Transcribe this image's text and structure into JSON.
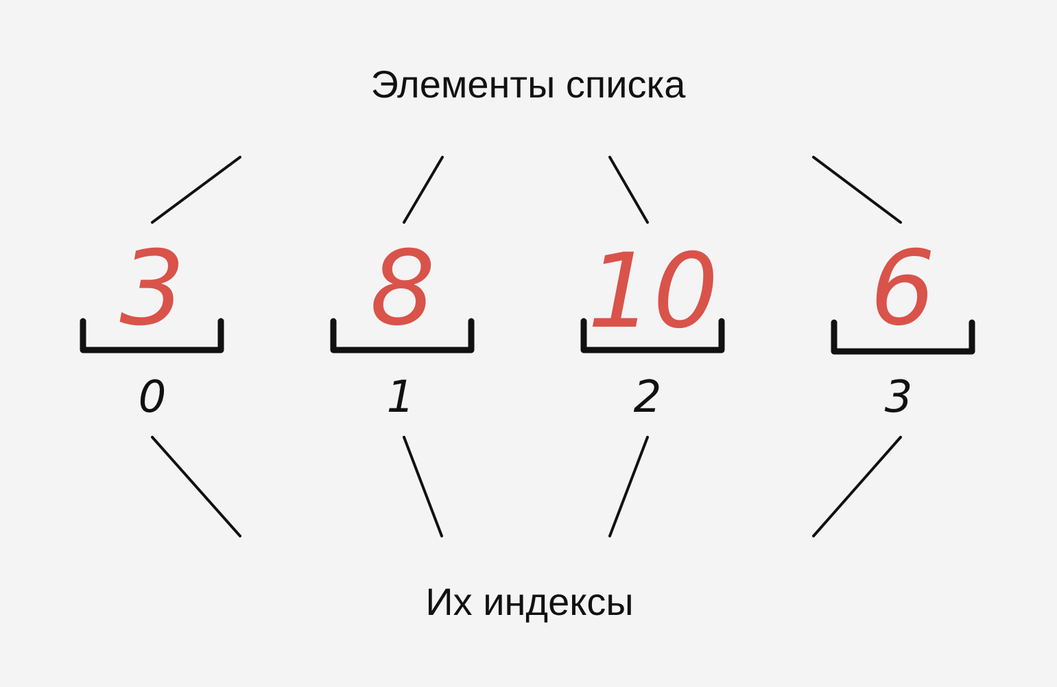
{
  "top_caption": "Элементы списка",
  "bottom_caption": "Их индексы",
  "colors": {
    "background": "#f4f4f4",
    "element_value": "#d9534a",
    "ink": "#111111"
  },
  "cells": [
    {
      "value": "3",
      "index": "0"
    },
    {
      "value": "8",
      "index": "1"
    },
    {
      "value": "10",
      "index": "2"
    },
    {
      "value": "6",
      "index": "3"
    }
  ]
}
